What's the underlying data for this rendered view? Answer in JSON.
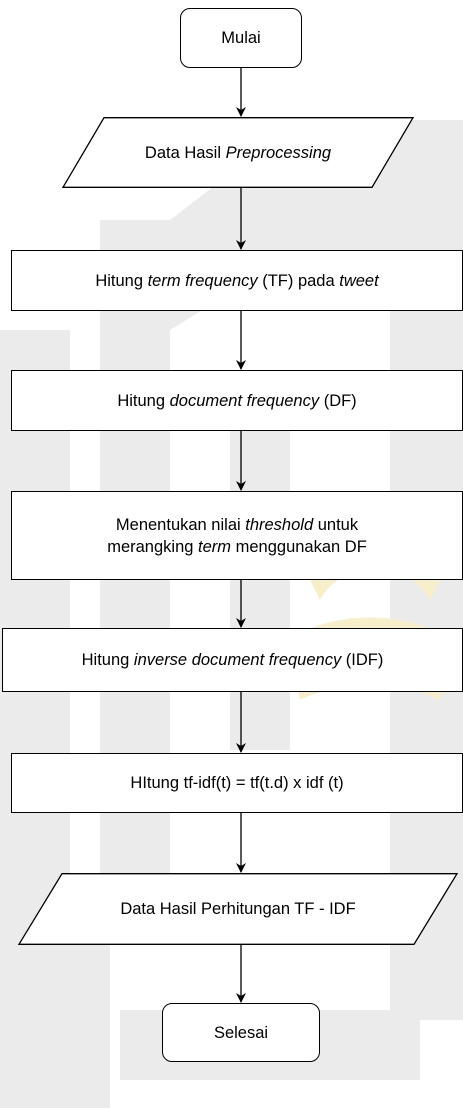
{
  "flowchart": {
    "start": "Mulai",
    "steps": [
      {
        "text": "Data Hasil *Preprocessing*"
      },
      {
        "text": "Hitung *term frequency* (TF) pada *tweet*"
      },
      {
        "text": "Hitung *document frequency* (DF)"
      },
      {
        "text": "Menentukan nilai *threshold* untuk|merangking *term* menggunakan DF"
      },
      {
        "text": "Hitung *inverse document frequency* (IDF)"
      },
      {
        "text": "HItung tf-idf(t) = tf(t.d) x idf (t)"
      },
      {
        "text": "Data Hasil Perhitungan TF - IDF"
      }
    ],
    "end": "Selesai"
  },
  "colors": {
    "stroke": "#000000",
    "watermark_gray": "#ebebeb",
    "watermark_gold": "#f7efc9"
  }
}
